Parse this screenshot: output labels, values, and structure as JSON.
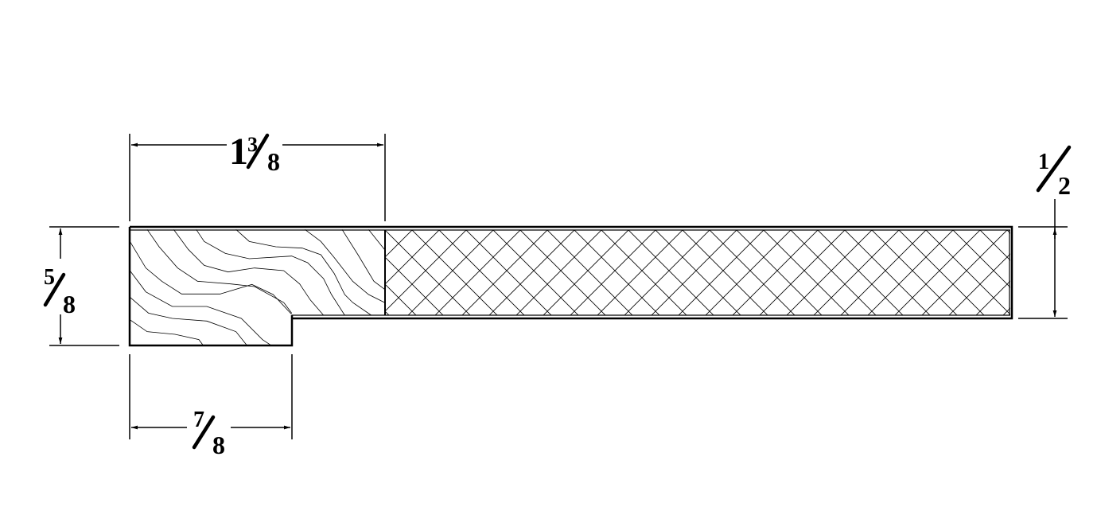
{
  "drawing": {
    "line_color": "#000000",
    "background": "#ffffff",
    "materials": {
      "left": "wood-grain",
      "right": "crosshatch"
    }
  },
  "dimensions": {
    "top_width": {
      "whole": "1",
      "num": "3",
      "den": "8"
    },
    "left_height": {
      "whole": "",
      "num": "5",
      "den": "8"
    },
    "bottom_width": {
      "whole": "",
      "num": "7",
      "den": "8"
    },
    "right_height": {
      "whole": "",
      "num": "1",
      "den": "2"
    }
  }
}
